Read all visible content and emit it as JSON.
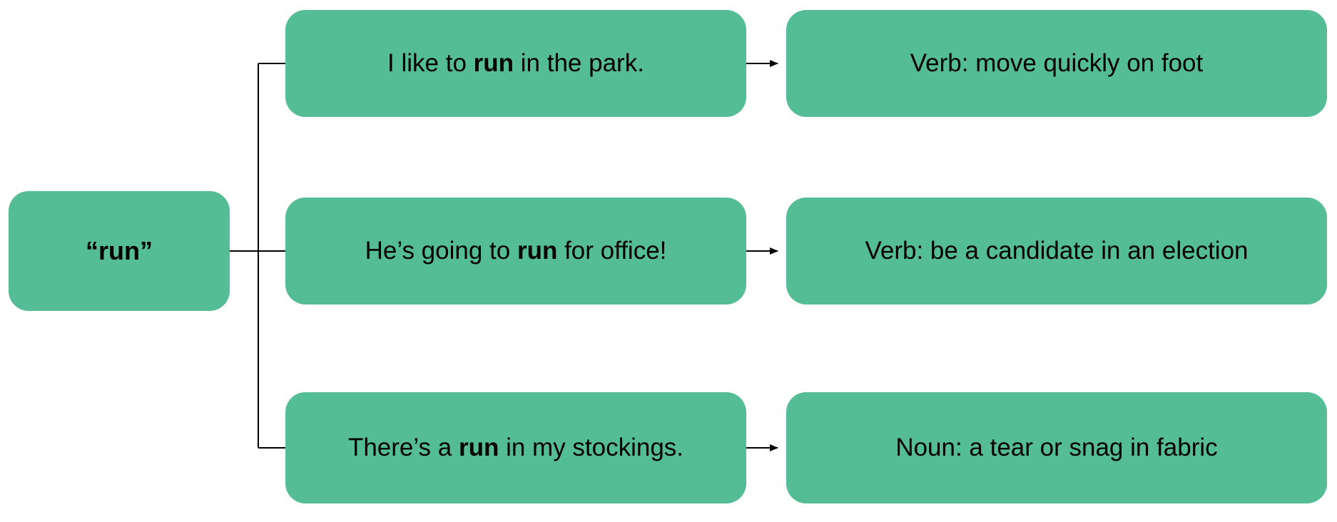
{
  "canvas": {
    "background": "#ffffff"
  },
  "colors": {
    "node_fill": "#55BD96",
    "node_text": "#000000",
    "connector": "#000000"
  },
  "root_node": {
    "label_segments": [
      {
        "text": "“run”",
        "bold": true
      }
    ]
  },
  "rows": [
    {
      "sentence_segments": [
        {
          "text": "I like to ",
          "bold": false
        },
        {
          "text": "run",
          "bold": true
        },
        {
          "text": " in the park.",
          "bold": false
        }
      ],
      "definition": "Verb: move quickly on foot"
    },
    {
      "sentence_segments": [
        {
          "text": "He’s going to ",
          "bold": false
        },
        {
          "text": "run",
          "bold": true
        },
        {
          "text": " for office!",
          "bold": false
        }
      ],
      "definition": "Verb: be a candidate in an election"
    },
    {
      "sentence_segments": [
        {
          "text": "There’s a ",
          "bold": false
        },
        {
          "text": "run",
          "bold": true
        },
        {
          "text": " in my stockings.",
          "bold": false
        }
      ],
      "definition": "Noun: a tear or snag in fabric"
    }
  ]
}
